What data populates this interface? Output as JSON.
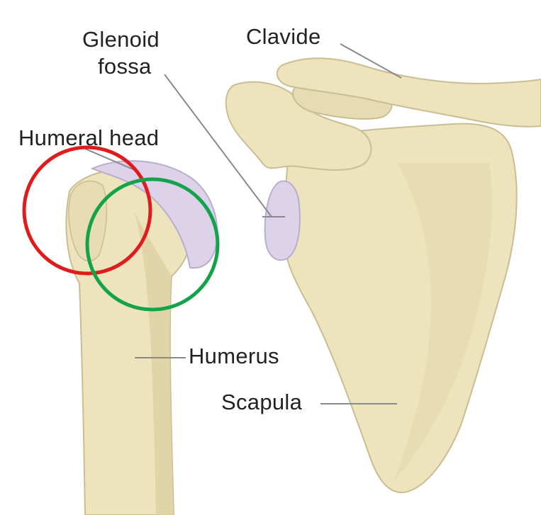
{
  "labels": {
    "glenoid_line1": "Glenoid",
    "glenoid_line2": "fossa",
    "clavicle": "Clavide",
    "humeral_head": "Humeral head",
    "humerus": "Humerus",
    "scapula": "Scapula"
  },
  "colors": {
    "bone": "#ede3bd",
    "bone_shadow": "#cfc49a",
    "cartilage": "#ddd2ea",
    "leader_line": "#8a8a8a",
    "red_circle": "#e01b1b",
    "green_circle": "#13a34a",
    "text": "#222222"
  }
}
